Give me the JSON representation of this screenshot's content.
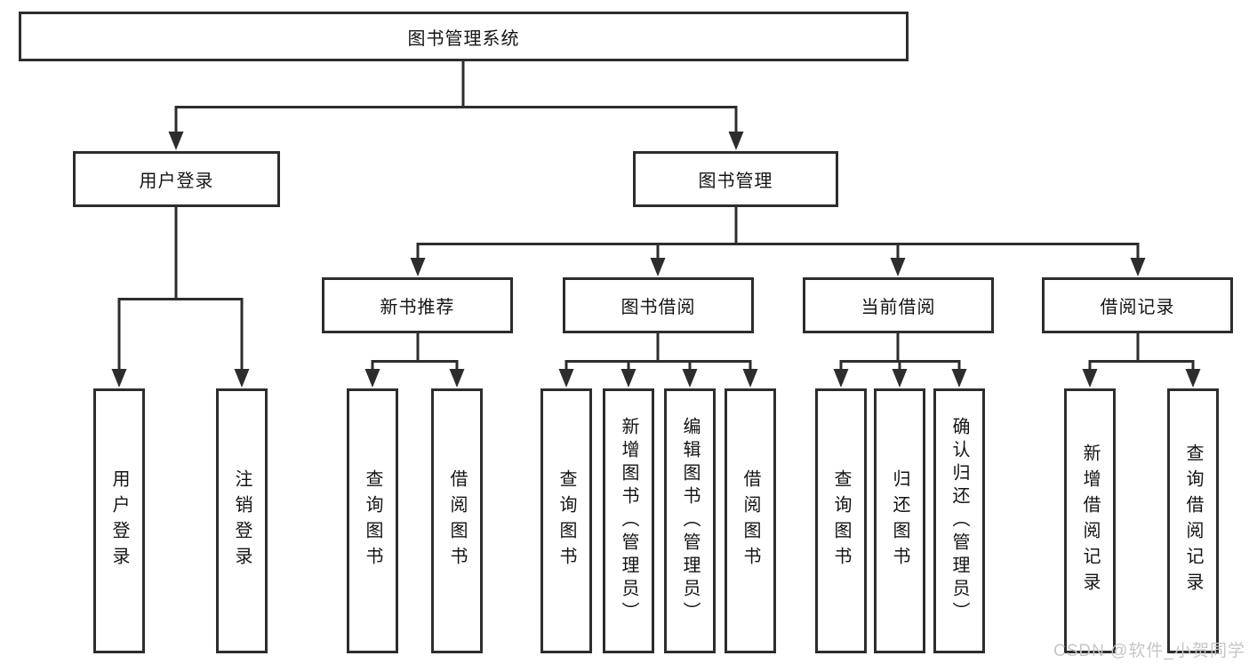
{
  "diagram": {
    "root": "图书管理系统",
    "level2": {
      "user_login": "用户登录",
      "book_mgmt": "图书管理"
    },
    "level3": {
      "new_books": "新书推荐",
      "book_borrow": "图书借阅",
      "current_borrow": "当前借阅",
      "borrow_records": "借阅记录"
    },
    "leaves": {
      "user_login_leaf": "用户登录",
      "logout": "注销登录",
      "nb_query": "查询图书",
      "nb_borrow": "借阅图书",
      "bb_query": "查询图书",
      "bb_add": "新增图书（管理员）",
      "bb_edit": "编辑图书（管理员）",
      "bb_borrow": "借阅图书",
      "cb_query": "查询图书",
      "cb_return": "归还图书",
      "cb_confirm": "确认归还（管理员）",
      "br_add": "新增借阅记录",
      "br_query": "查询借阅记录"
    }
  },
  "colors": {
    "line": "#2d2d2d",
    "text": "#141414",
    "watermark": "#c6c6c6",
    "background": "#ffffff"
  },
  "watermark": "CSDN @软件_小贺同学"
}
